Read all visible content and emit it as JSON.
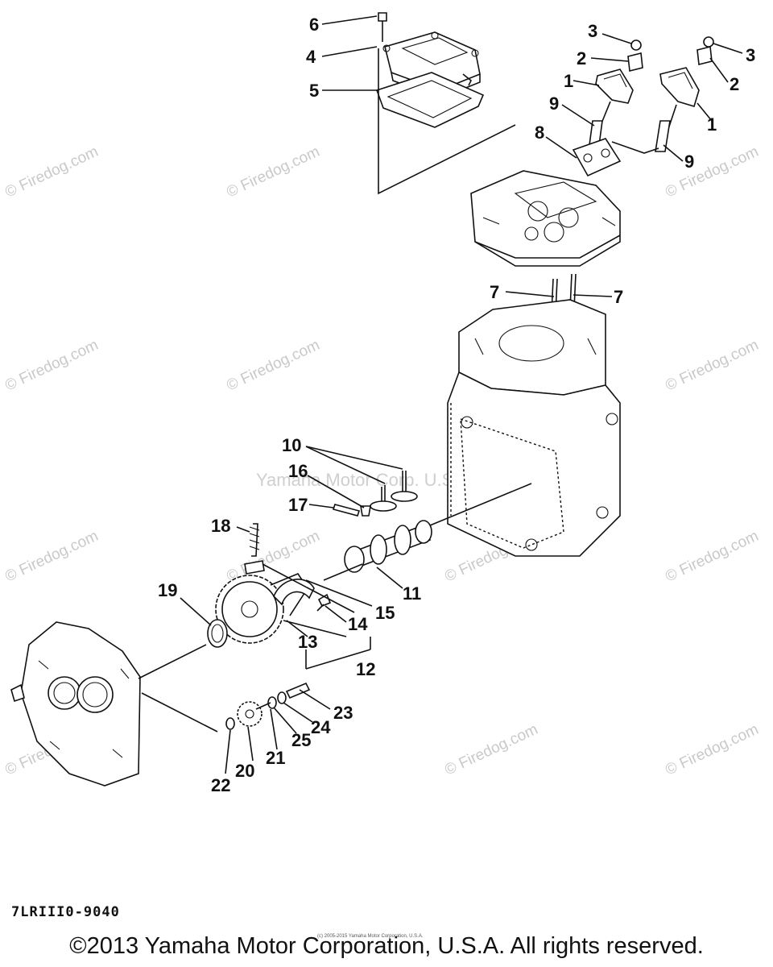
{
  "watermark": "© Firedog.com",
  "center_watermark": "Yamaha Motor Corp. U.S.A.",
  "callouts": [
    "1",
    "1",
    "2",
    "2",
    "3",
    "3",
    "4",
    "5",
    "6",
    "7",
    "7",
    "8",
    "9",
    "9",
    "10",
    "11",
    "12",
    "13",
    "14",
    "15",
    "16",
    "17",
    "18",
    "19",
    "20",
    "21",
    "22",
    "23",
    "24",
    "25"
  ],
  "part_code": "7LRIII0-9040",
  "tiny_note": "(c) 2005-2015 Yamaha Motor Corporation, U.S.A.",
  "copyright": "©2013 Yamaha Motor Corporation, U.S.A. All rights reserved."
}
